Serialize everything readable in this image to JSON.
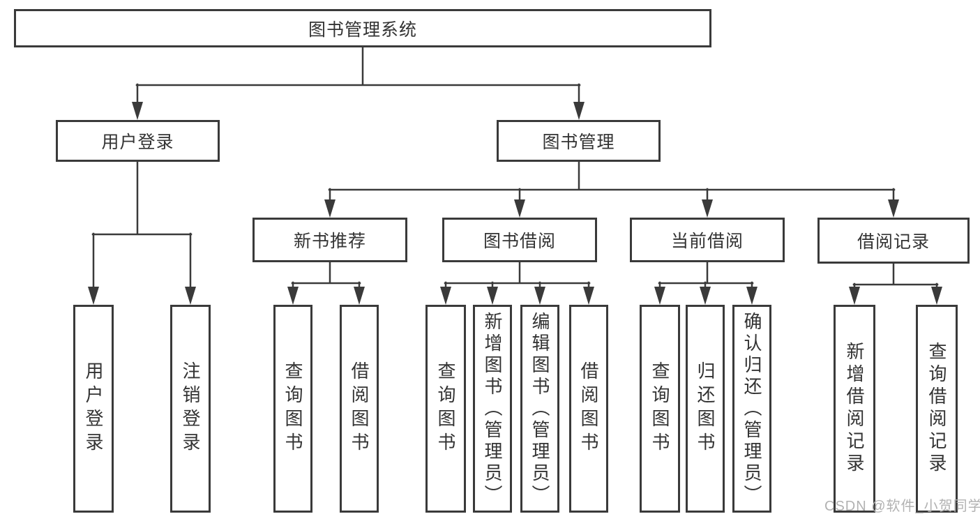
{
  "diagram": {
    "type": "tree-structure-chart",
    "root": {
      "label": "图书管理系统"
    },
    "level2": [
      {
        "id": "user-login",
        "label": "用户登录",
        "parent": "图书管理系统"
      },
      {
        "id": "book-management",
        "label": "图书管理",
        "parent": "图书管理系统"
      }
    ],
    "level3": [
      {
        "id": "new-book-recommend",
        "label": "新书推荐",
        "parent": "图书管理"
      },
      {
        "id": "book-borrowing",
        "label": "图书借阅",
        "parent": "图书管理"
      },
      {
        "id": "current-borrowing",
        "label": "当前借阅",
        "parent": "图书管理"
      },
      {
        "id": "borrowing-records",
        "label": "借阅记录",
        "parent": "图书管理"
      }
    ],
    "leaves": [
      {
        "id": "user-login-leaf",
        "label": "用户登录",
        "parent": "用户登录"
      },
      {
        "id": "logout-leaf",
        "label": "注销登录",
        "parent": "用户登录"
      },
      {
        "id": "recommend-query-book",
        "label": "查询图书",
        "parent": "新书推荐"
      },
      {
        "id": "recommend-borrow-book",
        "label": "借阅图书",
        "parent": "新书推荐"
      },
      {
        "id": "borrowing-query-book",
        "label": "查询图书",
        "parent": "图书借阅"
      },
      {
        "id": "borrowing-add-book",
        "label": "新增图书（管理员）",
        "parent": "图书借阅"
      },
      {
        "id": "borrowing-edit-book",
        "label": "编辑图书（管理员）",
        "parent": "图书借阅"
      },
      {
        "id": "borrowing-borrow-book",
        "label": "借阅图书",
        "parent": "图书借阅"
      },
      {
        "id": "current-query-book",
        "label": "查询图书",
        "parent": "当前借阅"
      },
      {
        "id": "current-return-book",
        "label": "归还图书",
        "parent": "当前借阅"
      },
      {
        "id": "current-confirm-return",
        "label": "确认归还（管理员）",
        "parent": "当前借阅"
      },
      {
        "id": "records-add-record",
        "label": "新增借阅记录",
        "parent": "借阅记录"
      },
      {
        "id": "records-query-record",
        "label": "查询借阅记录",
        "parent": "借阅记录"
      }
    ]
  },
  "watermark": "CSDN @软件_小贺同学",
  "colors": {
    "line": "#3a3a3a",
    "box_border": "#3a3a3a",
    "box_background": "#ffffff",
    "text": "#333333",
    "watermark": "#b2b2b2",
    "page_background": "#ffffff"
  }
}
